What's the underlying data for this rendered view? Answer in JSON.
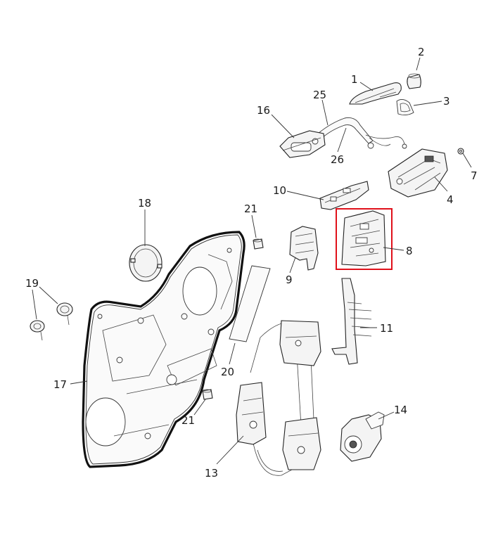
{
  "highlight_color": "#e0101a",
  "highlighted_part": "8",
  "callouts": {
    "c1": "1",
    "c2": "2",
    "c3": "3",
    "c4": "4",
    "c7": "7",
    "c8": "8",
    "c9": "9",
    "c10": "10",
    "c11": "11",
    "c13": "13",
    "c14": "14",
    "c16": "16",
    "c17": "17",
    "c18": "18",
    "c19": "19",
    "c20": "20",
    "c21a": "21",
    "c21b": "21",
    "c25": "25",
    "c26": "26"
  }
}
